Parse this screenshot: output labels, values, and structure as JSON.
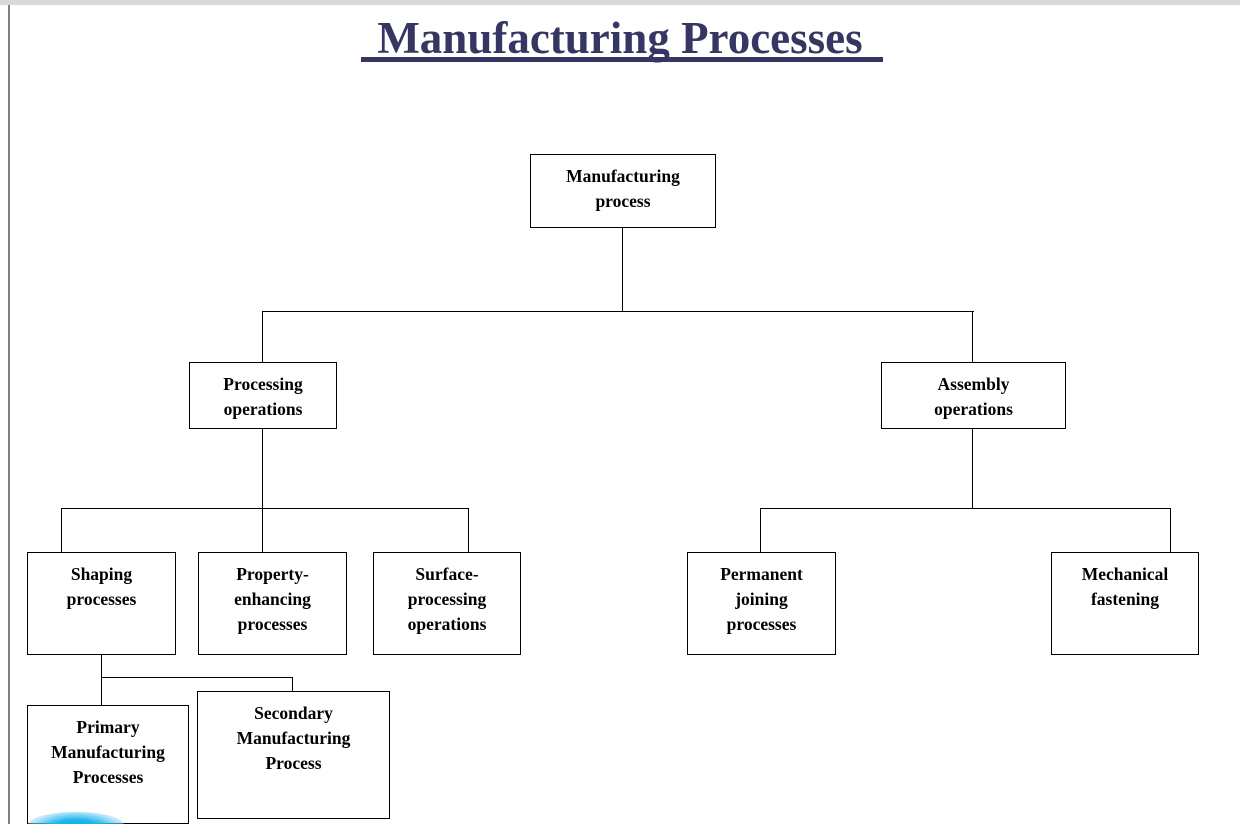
{
  "page": {
    "title": "Manufacturing Processes",
    "title_color": "#363663",
    "background_color": "#ffffff",
    "node_border_color": "#000000",
    "connector_color": "#000000",
    "accent_color": "#00a3e0"
  },
  "chart_data": {
    "type": "diagram",
    "diagram_type": "hierarchy-tree",
    "title": "Manufacturing Processes",
    "levels": 4,
    "nodes": [
      {
        "id": "root",
        "label": "Manufacturing process",
        "level": 0,
        "parent": null
      },
      {
        "id": "proc",
        "label": "Processing operations",
        "level": 1,
        "parent": "root"
      },
      {
        "id": "asm",
        "label": "Assembly operations",
        "level": 1,
        "parent": "root"
      },
      {
        "id": "shaping",
        "label": "Shaping processes",
        "level": 2,
        "parent": "proc"
      },
      {
        "id": "property",
        "label": "Property-enhancing processes",
        "level": 2,
        "parent": "proc"
      },
      {
        "id": "surface",
        "label": "Surface-processing operations",
        "level": 2,
        "parent": "proc"
      },
      {
        "id": "permanent",
        "label": "Permanent joining processes",
        "level": 2,
        "parent": "asm"
      },
      {
        "id": "mech",
        "label": "Mechanical fastening",
        "level": 2,
        "parent": "asm"
      },
      {
        "id": "primary",
        "label": "Primary Manufacturing Processes",
        "level": 3,
        "parent": "shaping"
      },
      {
        "id": "secondary",
        "label": "Secondary Manufacturing Process",
        "level": 3,
        "parent": "shaping"
      }
    ]
  },
  "nodes": {
    "root": {
      "line1": "Manufacturing",
      "line2": "process",
      "line3": ""
    },
    "proc": {
      "line1": "Processing",
      "line2": "operations",
      "line3": ""
    },
    "asm": {
      "line1": "Assembly",
      "line2": "operations",
      "line3": ""
    },
    "shaping": {
      "line1": "Shaping",
      "line2": "processes",
      "line3": ""
    },
    "property": {
      "line1": "Property-",
      "line2": "enhancing",
      "line3": "processes"
    },
    "surface": {
      "line1": "Surface-",
      "line2": "processing",
      "line3": "operations"
    },
    "permanent": {
      "line1": "Permanent",
      "line2": "joining",
      "line3": "processes"
    },
    "mech": {
      "line1": "Mechanical",
      "line2": "fastening",
      "line3": ""
    },
    "primary": {
      "line1": "Primary",
      "line2": "Manufacturing",
      "line3": "Processes"
    },
    "secondary": {
      "line1": "Secondary",
      "line2": "Manufacturing",
      "line3": "Process"
    }
  }
}
